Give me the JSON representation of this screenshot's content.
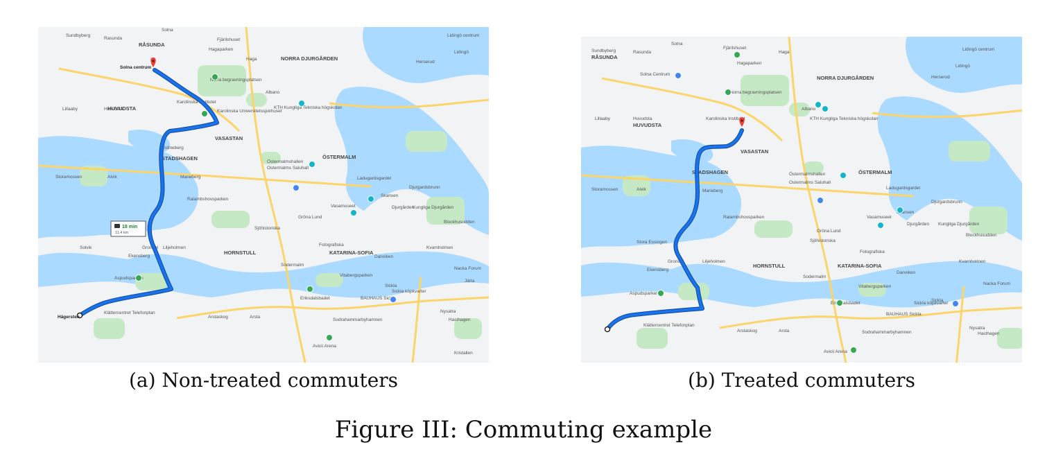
{
  "figure": {
    "title": "Figure III: Commuting example"
  },
  "colors": {
    "water": "#aadaff",
    "land": "#f1f3f4",
    "park": "#c5e8c5",
    "urban": "#e8e8e8",
    "road_major": "#fbd46a",
    "route": "#1a73e8",
    "route_edge": "#0d47a1",
    "poi_green": "#34a853",
    "poi_teal": "#12b5cb",
    "poi_blue": "#4285f4",
    "marker_red": "#ea4335"
  },
  "panels": [
    {
      "caption": "(a) Non-treated commuters",
      "route": {
        "origin": "Hägersten",
        "destination": "Solna centrum",
        "duration": "18 min",
        "distance": "11.4 km"
      },
      "labels": {
        "districts": [
          "RÅSUNDA",
          "NORRA DJURGÅRDEN",
          "HUVUDSTA",
          "VASASTAN",
          "ÖSTERMALM",
          "STADSHAGEN",
          "HORNSTULL",
          "KATARINA-SOFIA"
        ],
        "places": [
          "Solna",
          "Haga",
          "Sundbyberg",
          "Rasunda",
          "Lillaaby",
          "Huvudsta",
          "Albano",
          "Herserud",
          "Lidingö",
          "Marieberg",
          "Grondal",
          "Liljeholmen",
          "Ekensberg",
          "Danviken",
          "Sickla",
          "Nysatra",
          "Hasthagen",
          "Arstaskog",
          "Arsta",
          "Sodrahammarbyhamnen",
          "Ladugardsgardet",
          "Djurgardsbrunn",
          "Blockhusudden",
          "Kvarnholmen",
          "Storamossen",
          "Alvik",
          "Järla",
          "Sodermalm",
          "Ostermalms Saluhall",
          "Vasamuseet",
          "Fotografiska",
          "Karolinska Institutet",
          "Norra begravningsplatsen",
          "Ralambshovsparken",
          "Aspudsparken",
          "Eriksdalsbadet",
          "Vitabergsparken",
          "BAUHAUS Sickla",
          "Sickla köpkvarter",
          "Klättercentret Telefonplan",
          "Avicii Arena",
          "Hagaparken",
          "Karolinska Universitetssjukhuset",
          "KTH Kungliga Tekniska högskolan",
          "Skansen",
          "Gröna Lund",
          "Djurgården",
          "Kungliga Djurgården",
          "Fjärilshuset",
          "Lidingö centrum",
          "Kristallen",
          "Solvik",
          "Kristineberg",
          "Östermalmshallen",
          "Sjöhistoriska",
          "Nacka Forum"
        ]
      }
    },
    {
      "caption": "(b) Treated commuters",
      "route": {
        "origin": "",
        "destination": ""
      },
      "labels": {
        "districts": [
          "RÅSUNDA",
          "NORRA DJURGÅRDEN",
          "HUVUDSTA",
          "VASASTAN",
          "ÖSTERMALM",
          "STADSHAGEN",
          "HORNSTULL",
          "KATARINA-SOFIA"
        ],
        "places": [
          "Solna",
          "Haga",
          "Sundbyberg",
          "Rasunda",
          "Lillaaby",
          "Huvudsta",
          "Albano",
          "Herserud",
          "Lidingö",
          "Marieberg",
          "Grondal",
          "Liljeholmen",
          "Ekensberg",
          "Danviken",
          "Sickla",
          "Nysatra",
          "Hasthagen",
          "Arstaskog",
          "Arsta",
          "Sodrahammarbyhamnen",
          "Ladugardsgardet",
          "Djurgardsbrunn",
          "Blockhusudden",
          "Kvarnholmen",
          "Storamossen",
          "Alvik",
          "Stora Essingen",
          "Sodermalm",
          "Ostermalms Saluhall",
          "Vasamuseet",
          "Fotografiska",
          "Karolinska Institutet",
          "Norra begravningsplatsen",
          "Ralambshovsparken",
          "Aspudsparken",
          "Eriksdalsbadet",
          "Vitabergsparken",
          "BAUHAUS Sickla",
          "Sickla köpkvarter",
          "Klättercentret Telefonplan",
          "Avicii Arena",
          "Hagaparken",
          "KTH Kungliga Tekniska högskolan",
          "Skansen",
          "Gröna Lund",
          "Djurgården",
          "Kungliga Djurgården",
          "Fjärilshuset",
          "Lidingö centrum",
          "Solna Centrum",
          "Östermalmshallen",
          "Sjöhistoriska",
          "Nacka Forum"
        ]
      }
    }
  ]
}
